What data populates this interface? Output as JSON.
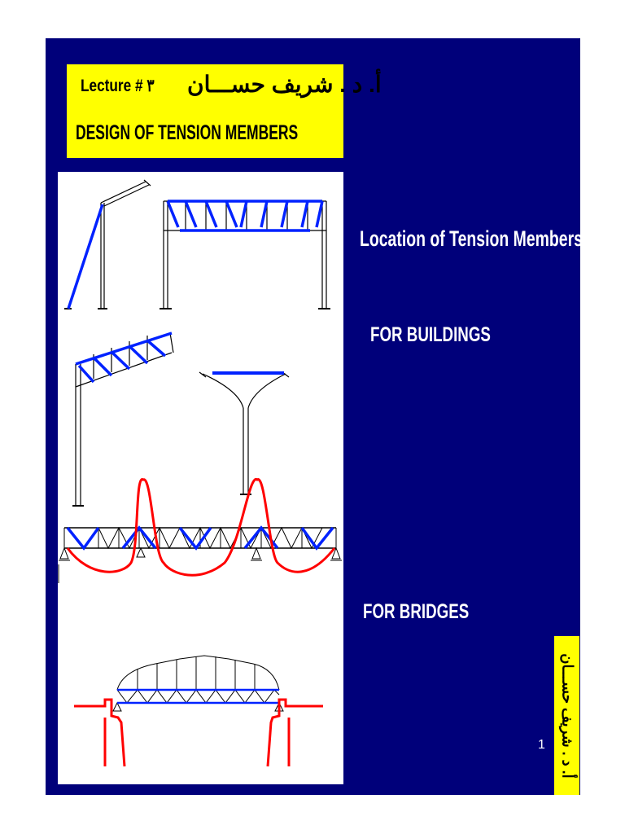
{
  "title_box": {
    "lecture": "Lecture # ٣",
    "author": "أ. د . شريف حســـان",
    "heading": "DESIGN OF TENSION MEMBERS"
  },
  "side": {
    "location": "Location of Tension Members",
    "buildings": "FOR  BUILDINGS",
    "bridges": "FOR BRIDGES"
  },
  "signature": "أ. د . شريف حســـان",
  "page_number": "1",
  "colors": {
    "background": "#00007a",
    "title_box": "#ffff00",
    "tension_member": "#0022ff",
    "moment_curve": "#ff0000",
    "structure": "#000000"
  }
}
